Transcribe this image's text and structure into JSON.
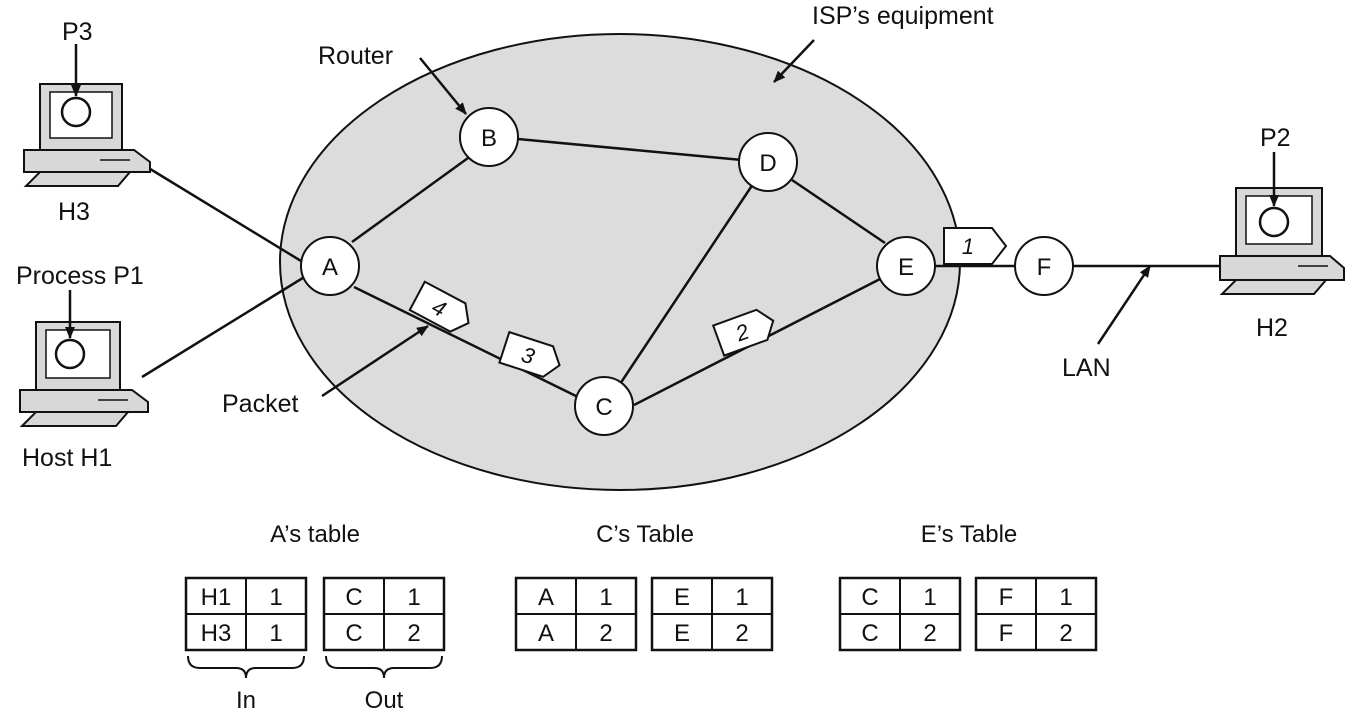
{
  "colors": {
    "cloud_fill": "#dcdcdc",
    "stroke": "#111111",
    "node_fill": "#ffffff",
    "computer_body": "#d8d8d8",
    "screen_fill": "#ffffff"
  },
  "labels": {
    "isp_equipment": "ISP’s equipment",
    "router": "Router",
    "packet": "Packet",
    "lan": "LAN"
  },
  "routers": {
    "A": "A",
    "B": "B",
    "C": "C",
    "D": "D",
    "E": "E",
    "F": "F"
  },
  "packets": {
    "p1": "1",
    "p2": "2",
    "p3": "3",
    "p4": "4"
  },
  "hosts": {
    "h1": {
      "name": "Host H1",
      "process": "Process P1"
    },
    "h2": {
      "name": "H2",
      "process": "P2"
    },
    "h3": {
      "name": "H3",
      "process": "P3"
    }
  },
  "tables": {
    "a": {
      "title": "A’s table",
      "in": [
        [
          "H1",
          "1"
        ],
        [
          "H3",
          "1"
        ]
      ],
      "out": [
        [
          "C",
          "1"
        ],
        [
          "C",
          "2"
        ]
      ],
      "in_label": "In",
      "out_label": "Out"
    },
    "c": {
      "title": "C’s Table",
      "in": [
        [
          "A",
          "1"
        ],
        [
          "A",
          "2"
        ]
      ],
      "out": [
        [
          "E",
          "1"
        ],
        [
          "E",
          "2"
        ]
      ]
    },
    "e": {
      "title": "E’s Table",
      "in": [
        [
          "C",
          "1"
        ],
        [
          "C",
          "2"
        ]
      ],
      "out": [
        [
          "F",
          "1"
        ],
        [
          "F",
          "2"
        ]
      ]
    }
  }
}
